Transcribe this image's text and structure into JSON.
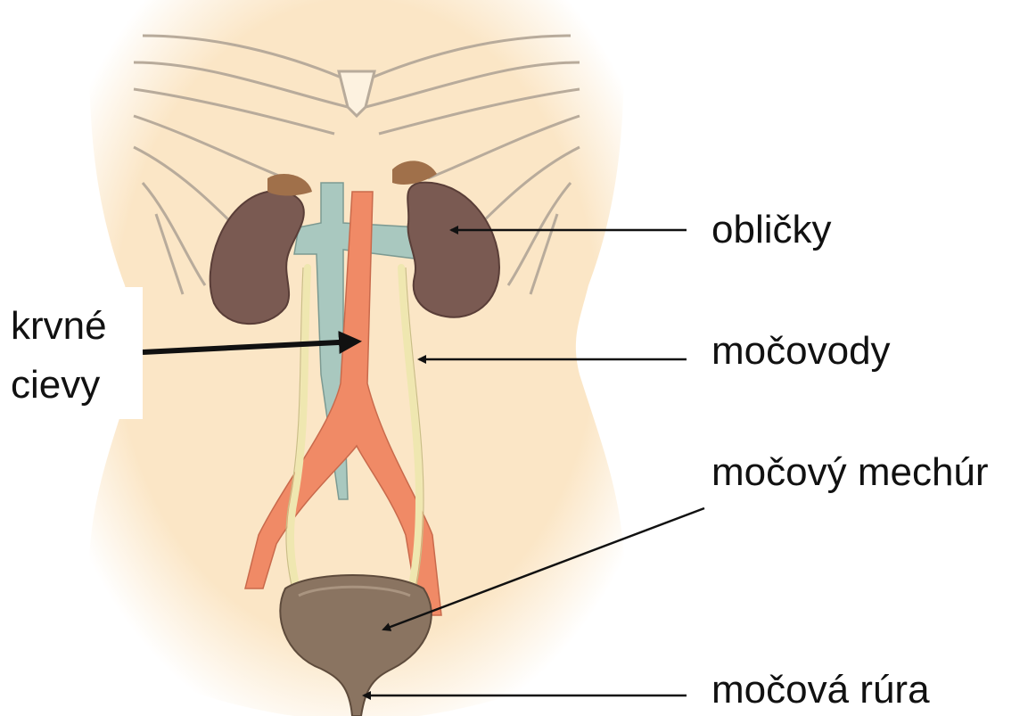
{
  "labels": {
    "kidneys": "obličky",
    "ureters": "močovody",
    "bladder": "močový mechúr",
    "urethra": "močová rúra",
    "vessels_line1": "krvné",
    "vessels_line2": "cievy"
  },
  "colors": {
    "skin": "#fbe6c6",
    "rib": "#fdf2e0",
    "rib_outline": "#b8ab9b",
    "kidney": "#7a5a52",
    "adrenal": "#a0704a",
    "aorta": "#f08a66",
    "vena_cava": "#a9c8bf",
    "ureter": "#efe7b0",
    "bladder": "#8a7461",
    "arrow": "#111111"
  }
}
